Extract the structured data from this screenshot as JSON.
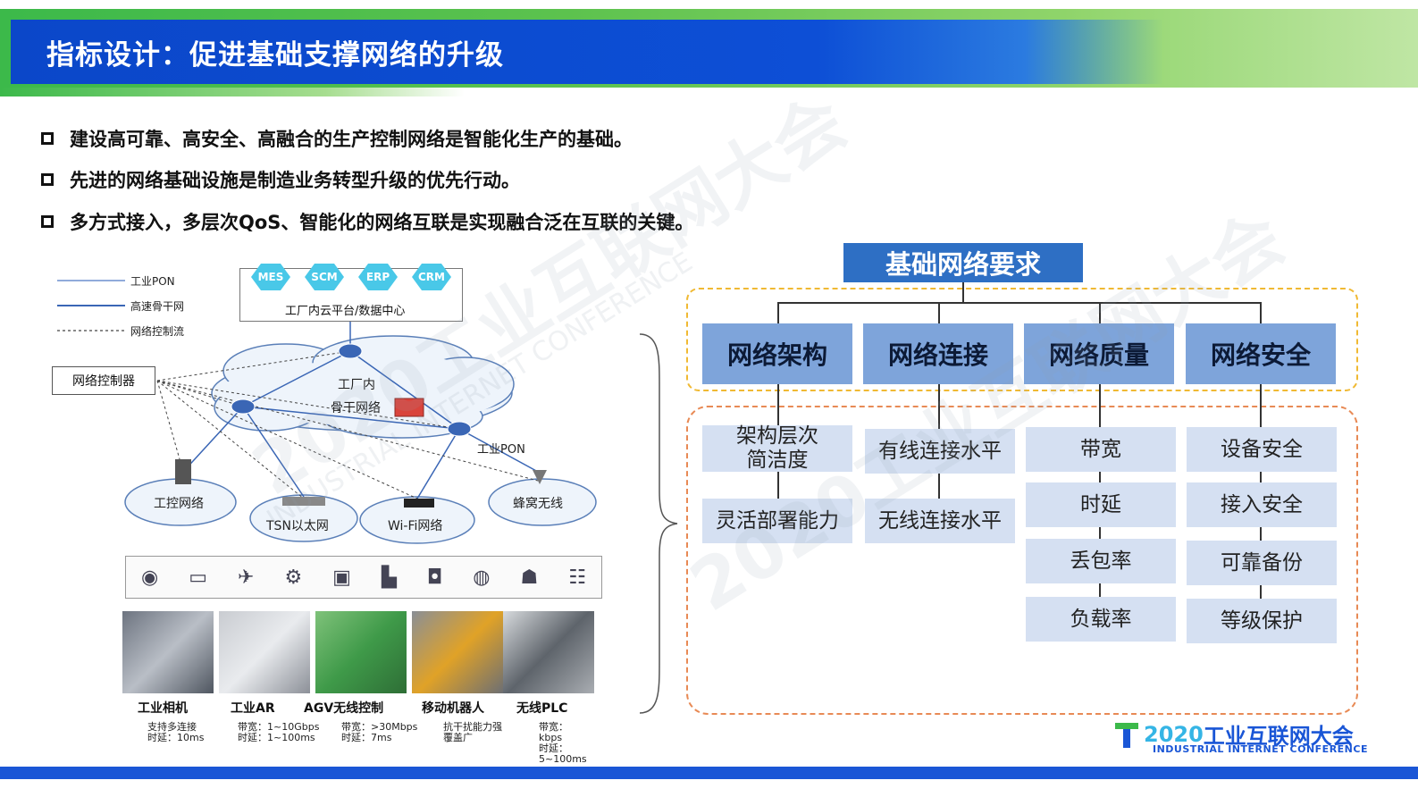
{
  "header": {
    "title": "指标设计：促进基础支撑网络的升级"
  },
  "bullets": [
    "建设高可靠、高安全、高融合的生产控制网络是智能化生产的基础。",
    "先进的网络基础设施是制造业务转型升级的优先行动。",
    "多方式接入，多层次QoS、智能化的网络互联是实现融合泛在互联的关键。"
  ],
  "network_diagram": {
    "legend": [
      "工业PON",
      "高速骨干网",
      "网络控制流"
    ],
    "cloud_apps": [
      "MES",
      "SCM",
      "ERP",
      "CRM"
    ],
    "cloud_label": "工厂内云平台/数据中心",
    "controller": "网络控制器",
    "backbone_label_1": "工厂内",
    "backbone_label_2": "骨干网络",
    "pon_label": "工业PON",
    "subnets": [
      "工控网络",
      "TSN以太网",
      "Wi-Fi网络",
      "蜂窝无线"
    ],
    "scenarios": [
      {
        "name": "工业相机",
        "spec": "支持多连接\n时延：10ms"
      },
      {
        "name": "工业AR",
        "spec": "带宽：1~10Gbps\n时延：1~100ms"
      },
      {
        "name": "AGV无线控制",
        "spec": "带宽：>30Mbps\n时延：7ms"
      },
      {
        "name": "移动机器人",
        "spec": "抗干扰能力强\n覆盖广"
      },
      {
        "name": "无线PLC",
        "spec": "带宽：\nkbps\n时延：\n5~100ms"
      }
    ]
  },
  "requirements": {
    "title": "基础网络要求",
    "categories": [
      {
        "name": "网络架构",
        "items": [
          "架构层次\n简洁度",
          "灵活部署能力"
        ]
      },
      {
        "name": "网络连接",
        "items": [
          "有线连接水平",
          "无线连接水平"
        ]
      },
      {
        "name": "网络质量",
        "items": [
          "带宽",
          "时延",
          "丢包率",
          "负载率"
        ]
      },
      {
        "name": "网络安全",
        "items": [
          "设备安全",
          "接入安全",
          "可靠备份",
          "等级保护"
        ]
      }
    ]
  },
  "logo": {
    "year": "2020",
    "cn": "工业互联网大会",
    "en": "INDUSTRIAL INTERNET CONFERENCE"
  },
  "watermark": {
    "cn": "2020工业互联网大会",
    "en": "INDUSTRIAL INTERNET CONFERENCE"
  },
  "colors": {
    "header_blue": "#0b47c9",
    "header_green": "#3cb94a",
    "category_fill": "#7ea4da",
    "item_fill": "#d5e0f2",
    "title_fill": "#2e6fc4"
  }
}
